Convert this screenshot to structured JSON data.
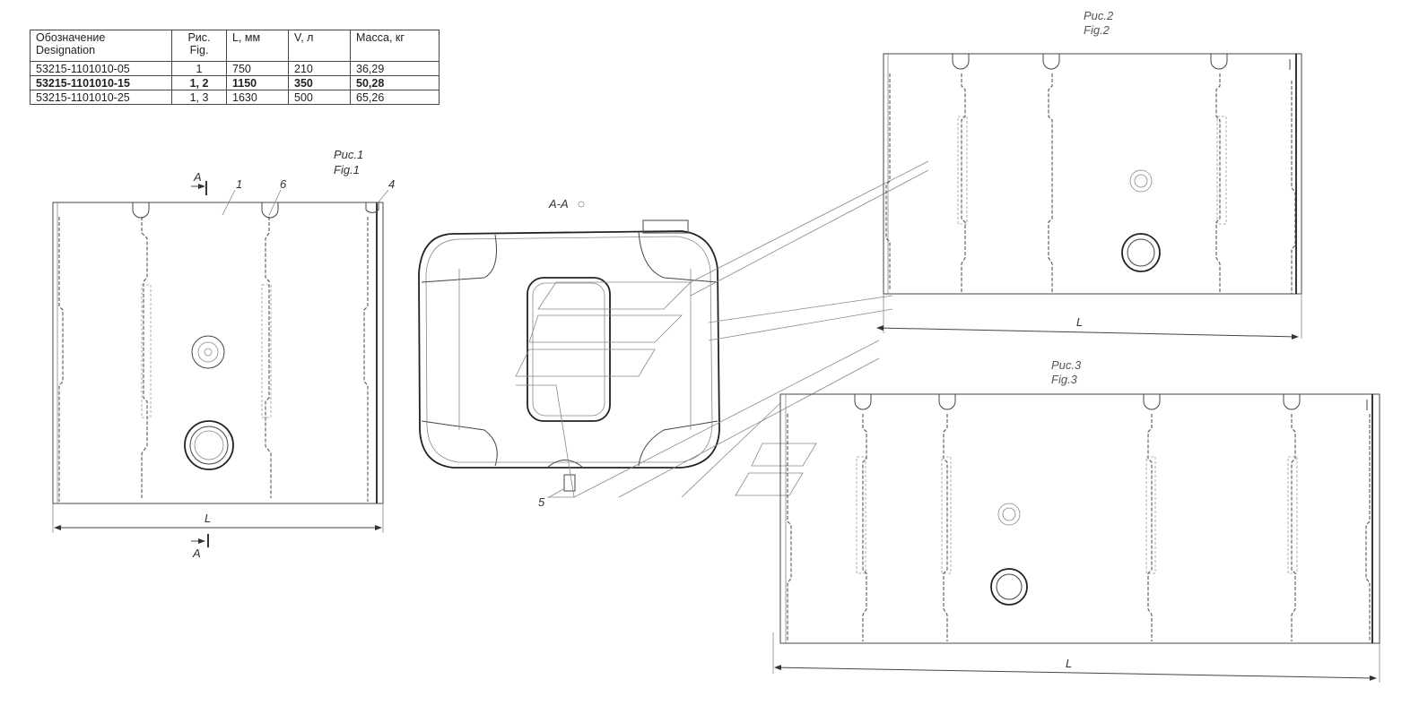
{
  "table": {
    "headers": [
      {
        "line1": "Обозначение",
        "line2": "Designation"
      },
      {
        "line1": "Рис.",
        "line2": "Fig."
      },
      {
        "line1": "L, мм",
        "line2": ""
      },
      {
        "line1": "V, л",
        "line2": ""
      },
      {
        "line1": "Масса, кг",
        "line2": ""
      }
    ],
    "rows": [
      {
        "designation": "53215-1101010-05",
        "fig": "1",
        "length": "750",
        "volume": "210",
        "mass": "36,29"
      },
      {
        "designation": "53215-1101010-15",
        "fig": "1, 2",
        "length": "1150",
        "volume": "350",
        "mass": "50,28"
      },
      {
        "designation": "53215-1101010-25",
        "fig": "1, 3",
        "length": "1630",
        "volume": "500",
        "mass": "65,26"
      }
    ]
  },
  "labels": {
    "fig1_ru": "Рис.1",
    "fig1_en": "Fig.1",
    "fig2_ru": "Рис.2",
    "fig2_en": "Fig.2",
    "fig3_ru": "Рис.3",
    "fig3_en": "Fig.3",
    "section": "А-А",
    "section_arrow_top": "А",
    "section_arrow_bottom": "А",
    "dim_L": "L",
    "callout_1": "1",
    "callout_4": "4",
    "callout_5": "5",
    "callout_6": "6"
  }
}
